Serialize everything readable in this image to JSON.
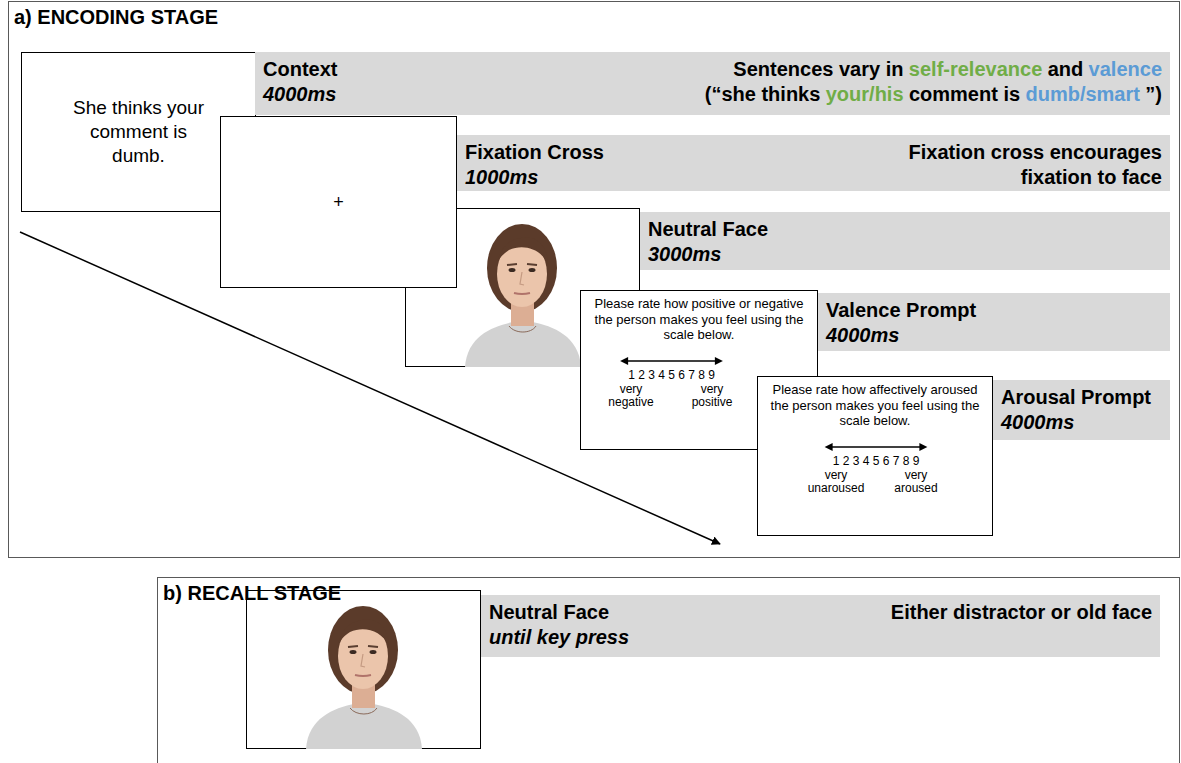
{
  "diagram": {
    "nodes": [
      {
        "text": [
          "a) ENCODING STAGE"
        ]
      },
      {
        "text": [
          "She thinks your comment is dumb."
        ],
        "in": 0
      },
      {
        "text": [
          "Context",
          "4000ms",
          "Sentences vary in",
          "self-relevance",
          "and",
          "valence",
          "(“she thinks",
          "your/his",
          "comment is",
          "dumb/smart",
          "”)"
        ],
        "in": 0
      },
      {
        "text": [
          "+"
        ],
        "in": 0
      },
      {
        "text": [
          "Fixation Cross",
          "1000ms",
          "Fixation cross encourages",
          "fixation to face"
        ],
        "in": 0
      },
      {
        "text": [
          "Neutral Face",
          "3000ms"
        ],
        "in": 0
      },
      {
        "text": [
          "Please rate how positive or negative the person makes you feel using the scale below.",
          "1 2 3 4 5 6 7 8 9",
          "very negative",
          "very positive"
        ],
        "in": 0
      },
      {
        "text": [
          "Valence Prompt",
          "4000ms"
        ],
        "in": 0
      },
      {
        "text": [
          "Please rate how affectively aroused the person makes you feel using the scale below.",
          "1 2 3 4 5 6 7 8 9",
          "very unaroused",
          "very aroused"
        ],
        "in": 0
      },
      {
        "text": [
          "Arousal Prompt",
          "4000ms"
        ],
        "in": 0
      },
      {
        "text": [
          "b) RECALL STAGE"
        ]
      },
      {
        "text": [
          "Neutral Face",
          "until key press",
          "Either distractor or old face"
        ],
        "in": 10
      }
    ]
  }
}
